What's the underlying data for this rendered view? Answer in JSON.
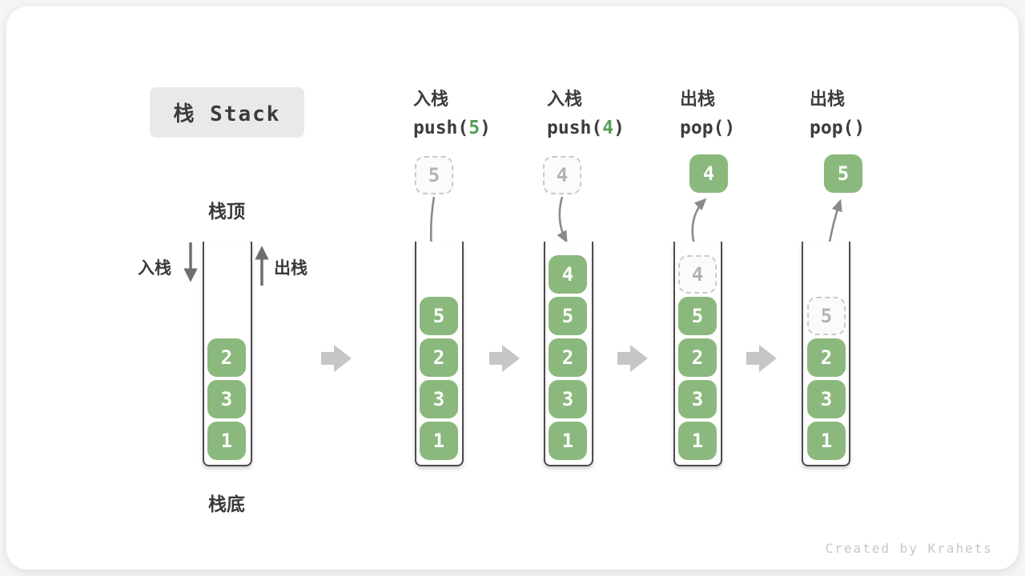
{
  "title": {
    "text": "栈 Stack"
  },
  "legend": {
    "stack_top": "栈顶",
    "stack_bottom": "栈底",
    "push_side": "入栈",
    "pop_side": "出栈"
  },
  "operations": [
    {
      "line1": "入栈",
      "fn": "push(",
      "arg": "5",
      "close": ")"
    },
    {
      "line1": "入栈",
      "fn": "push(",
      "arg": "4",
      "close": ")"
    },
    {
      "line1": "出栈",
      "fn": "pop(",
      "arg": "",
      "close": ")"
    },
    {
      "line1": "出栈",
      "fn": "pop(",
      "arg": "",
      "close": ")"
    }
  ],
  "columns": [
    {
      "name": "initial-stack",
      "cells": [
        {
          "value": "2"
        },
        {
          "value": "3"
        },
        {
          "value": "1"
        }
      ]
    },
    {
      "name": "after-push-5",
      "float": {
        "value": "5",
        "variant": "ghost"
      },
      "cells": [
        {
          "value": "5"
        },
        {
          "value": "2"
        },
        {
          "value": "3"
        },
        {
          "value": "1"
        }
      ]
    },
    {
      "name": "after-push-4",
      "float": {
        "value": "4",
        "variant": "ghost"
      },
      "cells": [
        {
          "value": "4"
        },
        {
          "value": "5"
        },
        {
          "value": "2"
        },
        {
          "value": "3"
        },
        {
          "value": "1"
        }
      ]
    },
    {
      "name": "pop-4",
      "float": {
        "value": "4",
        "variant": "solid"
      },
      "cells": [
        {
          "value": "4",
          "variant": "ghost"
        },
        {
          "value": "5"
        },
        {
          "value": "2"
        },
        {
          "value": "3"
        },
        {
          "value": "1"
        }
      ]
    },
    {
      "name": "pop-5",
      "float": {
        "value": "5",
        "variant": "solid"
      },
      "cells": [
        {
          "value": "5",
          "variant": "ghost"
        },
        {
          "value": "2"
        },
        {
          "value": "3"
        },
        {
          "value": "1"
        }
      ]
    }
  ],
  "watermark": "Created by Krahets",
  "colors": {
    "cell_green": "#8bb97d",
    "code_arg_green": "#55a054",
    "thin_arrow_gray": "#8a8a8a",
    "straight_arrow_gray": "#6f6f6f",
    "block_arrow_gray": "#c6c6c6",
    "title_bg": "#e9e9e9",
    "text_dark": "#3c3c3c",
    "ghost_border": "#c9c9c9",
    "ghost_text": "#b3b3b3",
    "well_border": "#4c4c4c",
    "watermark_gray": "#c6c6c6"
  }
}
